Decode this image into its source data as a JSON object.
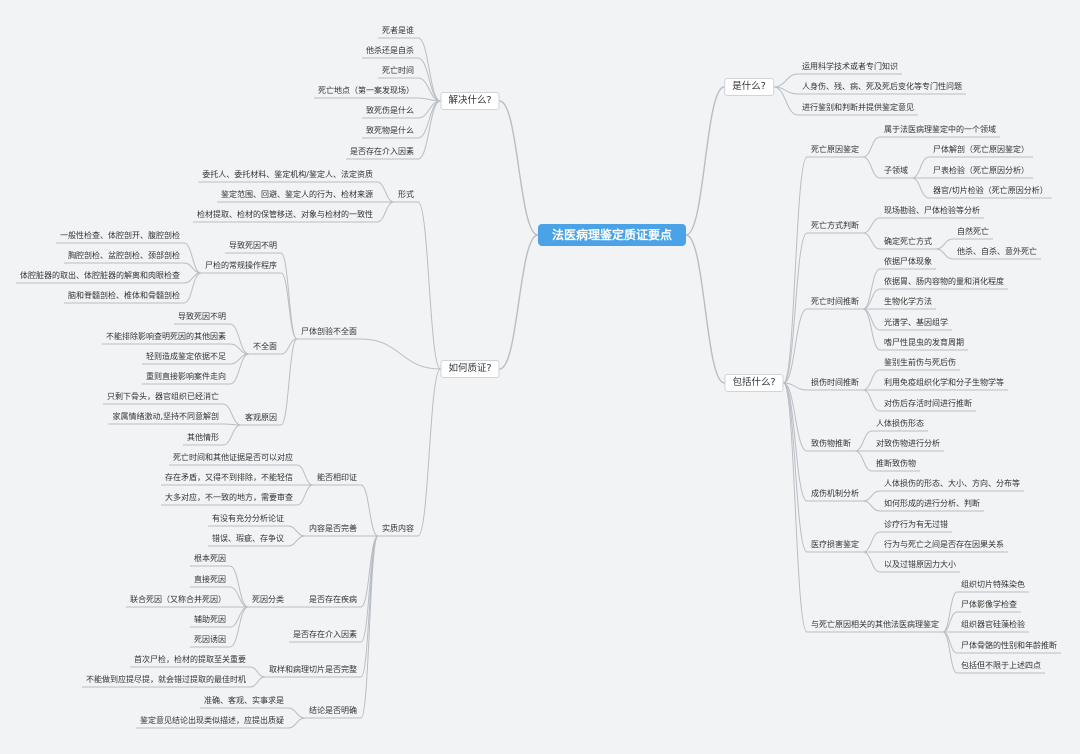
{
  "root": "法医病理鉴定质证要点",
  "nodes": {
    "main": {
      "q1": "解决什么?",
      "q2": "如何质证?",
      "q3": "是什么?",
      "q4": "包括什么?"
    },
    "q1": [
      "死者是谁",
      "他杀还是自杀",
      "死亡时间",
      "死亡地点（第一案发现场）",
      "致死伤是什么",
      "致死物是什么",
      "是否存在介入因素"
    ],
    "xs": {
      "label": "形式",
      "items": [
        "委托人、委托材料、鉴定机构/鉴定人、法定资质",
        "鉴定范围、回避、鉴定人的行为、检材来源",
        "检材提取、检材的保管移送、对象与检材的一致性"
      ]
    },
    "jp": {
      "label": "尸体剖验不全面",
      "dz": "导致死因不明",
      "cz": {
        "label": "尸检的常规操作程序",
        "items": [
          "一般性检查、体腔剖开、腹腔剖检",
          "胸腔剖检、盆腔剖检、颈部剖检",
          "体腔脏器的取出、体腔脏器的解离和肉眼检查",
          "脑和脊髓剖检、椎体和骨髓剖检"
        ]
      },
      "bq": {
        "label": "不全面",
        "items": [
          "导致死因不明",
          "不能排除影响查明死因的其他因素",
          "轻则造成鉴定依据不足",
          "重则直接影响案件走向"
        ]
      },
      "kg": {
        "label": "客观原因",
        "items": [
          "只剩下骨头，器官组织已经消亡",
          "家属情绪激动,坚持不同意解剖",
          "其他情形"
        ]
      }
    },
    "sz": {
      "label": "实质内容",
      "nf": {
        "label": "能否相印证",
        "items": [
          "死亡时间和其他证据是否可以对应",
          "存在矛盾，又得不到排除，不能轻信",
          "大多对应，不一致的地方，需要审查"
        ]
      },
      "nr": {
        "label": "内容是否完善",
        "items": [
          "有没有充分分析论证",
          "错误、瑕疵、存争议"
        ]
      },
      "jb": {
        "label": "是否存在疾病",
        "sub": "死因分类",
        "items": [
          "根本死因",
          "直接死因",
          "联合死因（又称合并死因）",
          "辅助死因",
          "死因诱因"
        ]
      },
      "jr": "是否存在介入因素",
      "qy": {
        "label": "取样和病理切片是否完整",
        "items": [
          "首次尸检，检材的提取至关重要",
          "不能做到应提尽提，就会错过提取的最佳时机"
        ]
      },
      "jl": {
        "label": "结论是否明确",
        "items": [
          "准确、客观、实事求是",
          "鉴定意见结论出现类似描述，应提出质疑"
        ]
      }
    },
    "what": [
      "运用科学技术或者专门知识",
      "人身伤、残、病、死及死后变化等专门性问题",
      "进行鉴别和判断并提供鉴定意见"
    ],
    "inc": {
      "sw": {
        "label": "死亡原因鉴定",
        "a": "属于法医病理鉴定中的一个领域",
        "zl": "子领域",
        "items": [
          "尸体解剖（死亡原因鉴定）",
          "尸表检验（死亡原因分析）",
          "器官/切片检验（死亡原因分析）"
        ]
      },
      "fs": {
        "label": "死亡方式判断",
        "a": "现场勘验、尸体检验等分析",
        "qd": "确定死亡方式",
        "items": [
          "自然死亡",
          "他杀、自杀、意外死亡"
        ]
      },
      "sj": {
        "label": "死亡时间推断",
        "items": [
          "依据尸体现象",
          "依据胃、肠内容物的量和消化程度",
          "生物化学方法",
          "光谱学、基因组学",
          "嗜尸性昆虫的发育周期"
        ]
      },
      "ss": {
        "label": "损伤时间推断",
        "items": [
          "鉴别生前伤与死后伤",
          "利用免疫组织化学和分子生物学等",
          "对伤后存活时间进行推断"
        ]
      },
      "zs": {
        "label": "致伤物推断",
        "items": [
          "人体损伤形态",
          "对致伤物进行分析",
          "推断致伤物"
        ]
      },
      "cs": {
        "label": "成伤机制分析",
        "items": [
          "人体损伤的形态、大小、方向、分布等",
          "如何形成的进行分析、判断"
        ]
      },
      "yl": {
        "label": "医疗损害鉴定",
        "items": [
          "诊疗行为有无过错",
          "行为与死亡之间是否存在因果关系",
          "以及过错原因力大小"
        ]
      },
      "qt": {
        "label": "与死亡原因相关的其他法医病理鉴定",
        "items": [
          "组织切片特殊染色",
          "尸体影像学检查",
          "组织器官硅藻检验",
          "尸体骨骼的性别和年龄推断",
          "包括但不限于上述四点"
        ]
      }
    }
  }
}
